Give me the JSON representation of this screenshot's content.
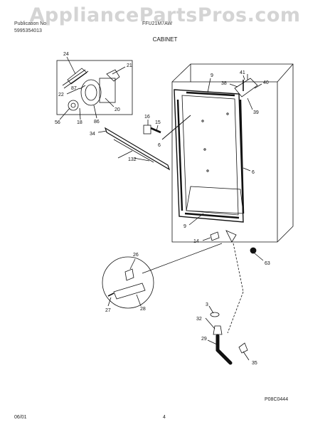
{
  "watermark": "AppliancePartsPros.com",
  "header": {
    "left_line1": "Publication No",
    "left_line2": "5995354013",
    "center": "FFU21M7AW",
    "section": "CABINET"
  },
  "footer": {
    "date": "06/01",
    "page": "4",
    "drawing_code": "P08C0444"
  },
  "callouts": [
    "24",
    "21",
    "87",
    "22",
    "20",
    "86",
    "18",
    "56",
    "16",
    "15",
    "34",
    "6",
    "132",
    "9",
    "41",
    "38",
    "40",
    "39",
    "6",
    "9",
    "14",
    "63",
    "26",
    "27",
    "28",
    "3",
    "32",
    "29",
    "35"
  ]
}
